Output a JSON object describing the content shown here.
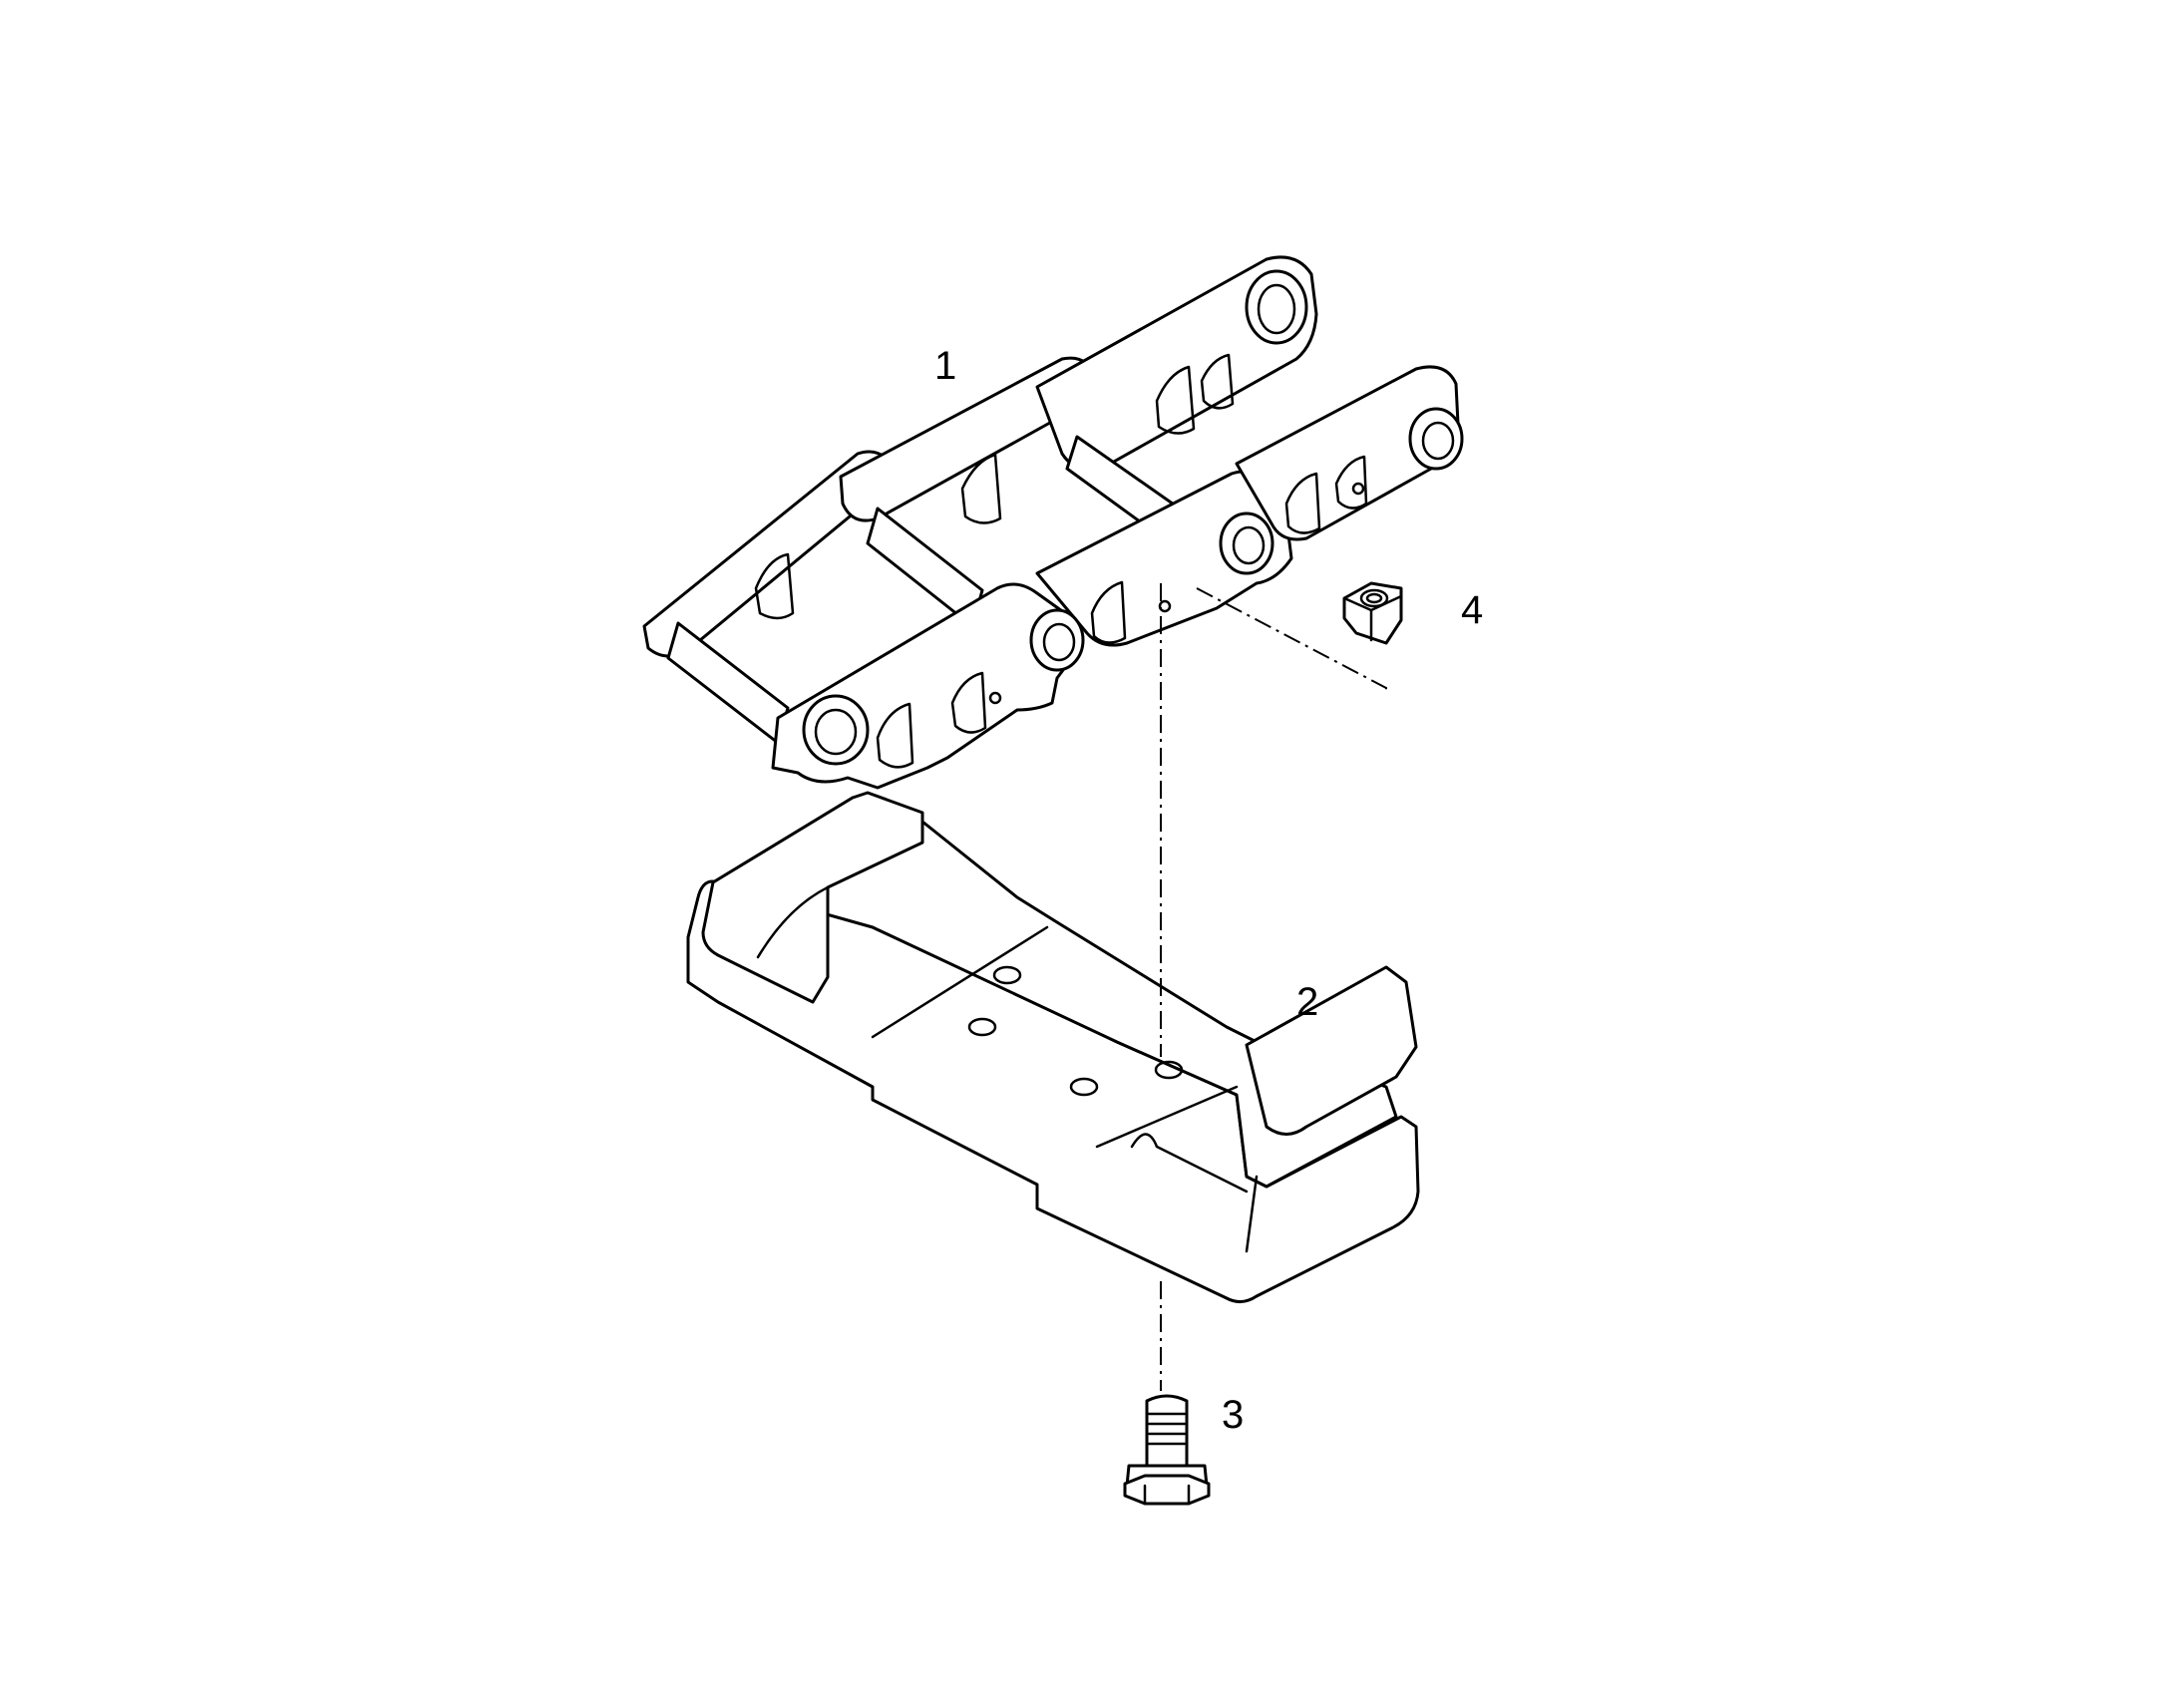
{
  "diagram": {
    "type": "exploded-parts-view",
    "line_color": "#000000",
    "background": "#ffffff",
    "parts": [
      {
        "id": "track-chain",
        "callout": "1"
      },
      {
        "id": "track-shoe",
        "callout": "2"
      },
      {
        "id": "shoe-bolt",
        "callout": "3"
      },
      {
        "id": "shoe-nut",
        "callout": "4"
      }
    ]
  }
}
